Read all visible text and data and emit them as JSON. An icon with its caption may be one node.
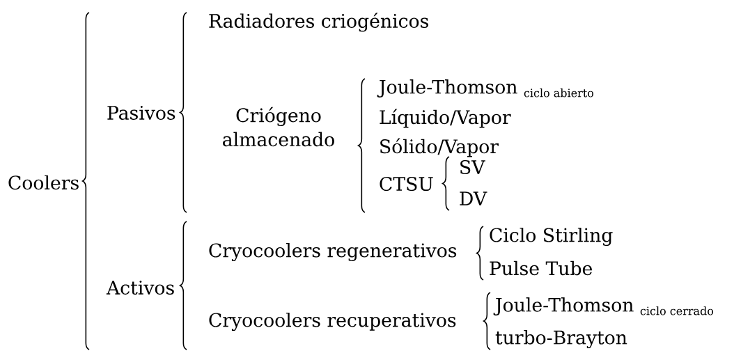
{
  "diagram": {
    "nodes": [
      {
        "text": [
          "Coolers"
        ]
      },
      {
        "text": [
          "Pasivos"
        ]
      },
      {
        "text": [
          "Activos"
        ]
      },
      {
        "text": [
          "Radiadores criogénicos"
        ]
      },
      {
        "text": [
          "Criógeno almacenado"
        ]
      },
      {
        "text": [
          "Joule-Thomson",
          "ciclo abierto"
        ]
      },
      {
        "text": [
          "Líquido/Vapor"
        ]
      },
      {
        "text": [
          "Sólido/Vapor"
        ]
      },
      {
        "text": [
          "CTSU"
        ]
      },
      {
        "text": [
          "SV"
        ]
      },
      {
        "text": [
          "DV"
        ]
      },
      {
        "text": [
          "Cryocoolers regenerativos"
        ]
      },
      {
        "text": [
          "Cryocoolers recuperativos"
        ]
      },
      {
        "text": [
          "Ciclo Stirling"
        ]
      },
      {
        "text": [
          "Pulse Tube"
        ]
      },
      {
        "text": [
          "Joule-Thomson",
          "ciclo cerrado"
        ]
      },
      {
        "text": [
          "turbo-Brayton"
        ]
      }
    ]
  }
}
